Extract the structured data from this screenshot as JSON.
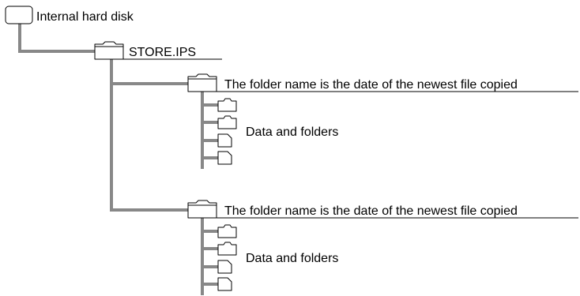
{
  "disk": {
    "label": "Internal hard disk"
  },
  "store_folder": {
    "label": "STORE.IPS"
  },
  "date_folders": [
    {
      "label": "The folder name is the date of the newest file copied",
      "contents_label": "Data and folders"
    },
    {
      "label": "The folder name is the date of the newest file copied",
      "contents_label": "Data and folders"
    }
  ],
  "colors": {
    "connector": "#888888",
    "outline": "#000000",
    "background": "#ffffff"
  }
}
